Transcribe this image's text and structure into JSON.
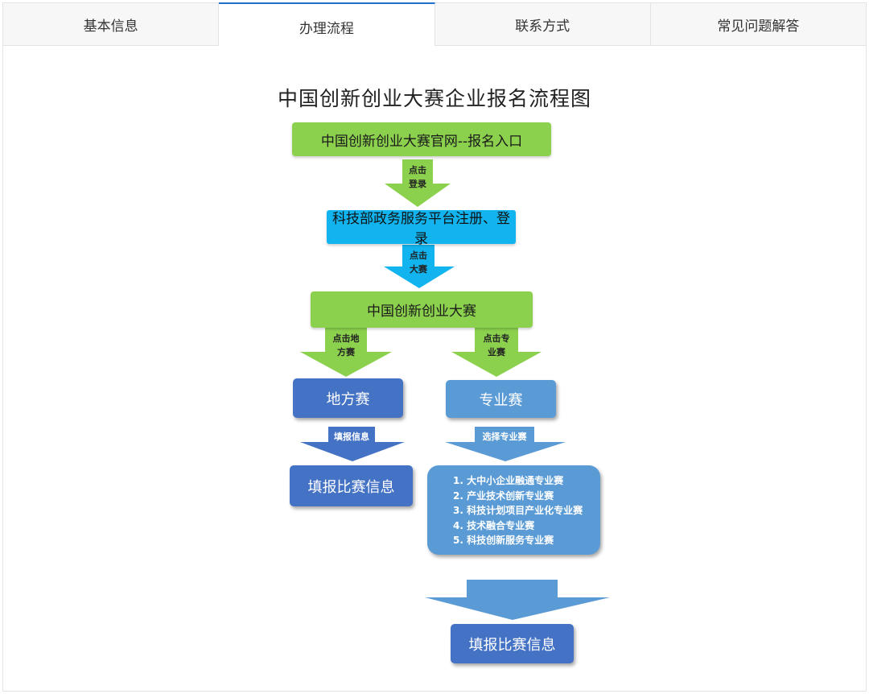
{
  "tabs": [
    {
      "label": "基本信息"
    },
    {
      "label": "办理流程"
    },
    {
      "label": "联系方式"
    },
    {
      "label": "常见问题解答"
    }
  ],
  "active_tab": "办理流程",
  "diagram": {
    "title": "中国创新创业大赛企业报名流程图",
    "nodes": {
      "entry": "中国创新创业大赛官网--报名入口",
      "register": "科技部政务服务平台注册、登录",
      "contest": "中国创新创业大赛",
      "local": "地方赛",
      "special": "专业赛",
      "fill_local": "填报比赛信息",
      "fill_special": "填报比赛信息"
    },
    "special_list": [
      "1. 大中小企业融通专业赛",
      "2. 产业技术创新专业赛",
      "3. 科技计划项目产业化专业赛",
      "4. 技术融合专业赛",
      "5. 科技创新服务专业赛"
    ],
    "arrows": {
      "a1_line1": "点击",
      "a1_line2": "登录",
      "a2_line1": "点击",
      "a2_line2": "大赛",
      "a3_line1": "点击地",
      "a3_line2": "方赛",
      "a4_line1": "点击专",
      "a4_line2": "业赛",
      "a5": "填报信息",
      "a6": "选择专业赛"
    },
    "colors": {
      "green": "#8cd14e",
      "cyan": "#11b4ef",
      "blue": "#4472c4",
      "light_blue": "#5b9bd5"
    }
  }
}
